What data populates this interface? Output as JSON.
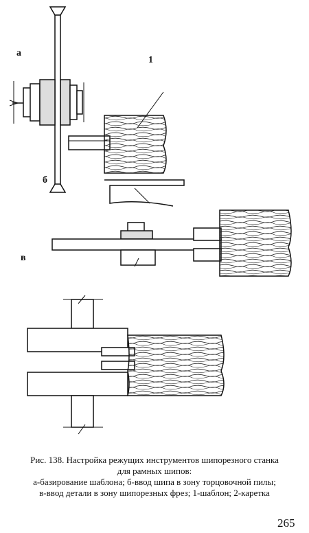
{
  "labels": {
    "a": "а",
    "b": "б",
    "v": "в",
    "one": "1"
  },
  "caption": {
    "line1": "Рис. 138. Настройка режущих инструментов шипорезного станка",
    "line2": "для рамных шипов:",
    "line3": "а-базирование шаблона; б-ввод шипа в зону торцовочной пилы;",
    "line4": "в-ввод детали в зону шипорезных фрез; 1-шаблон; 2-каретка"
  },
  "page_number": "265"
}
